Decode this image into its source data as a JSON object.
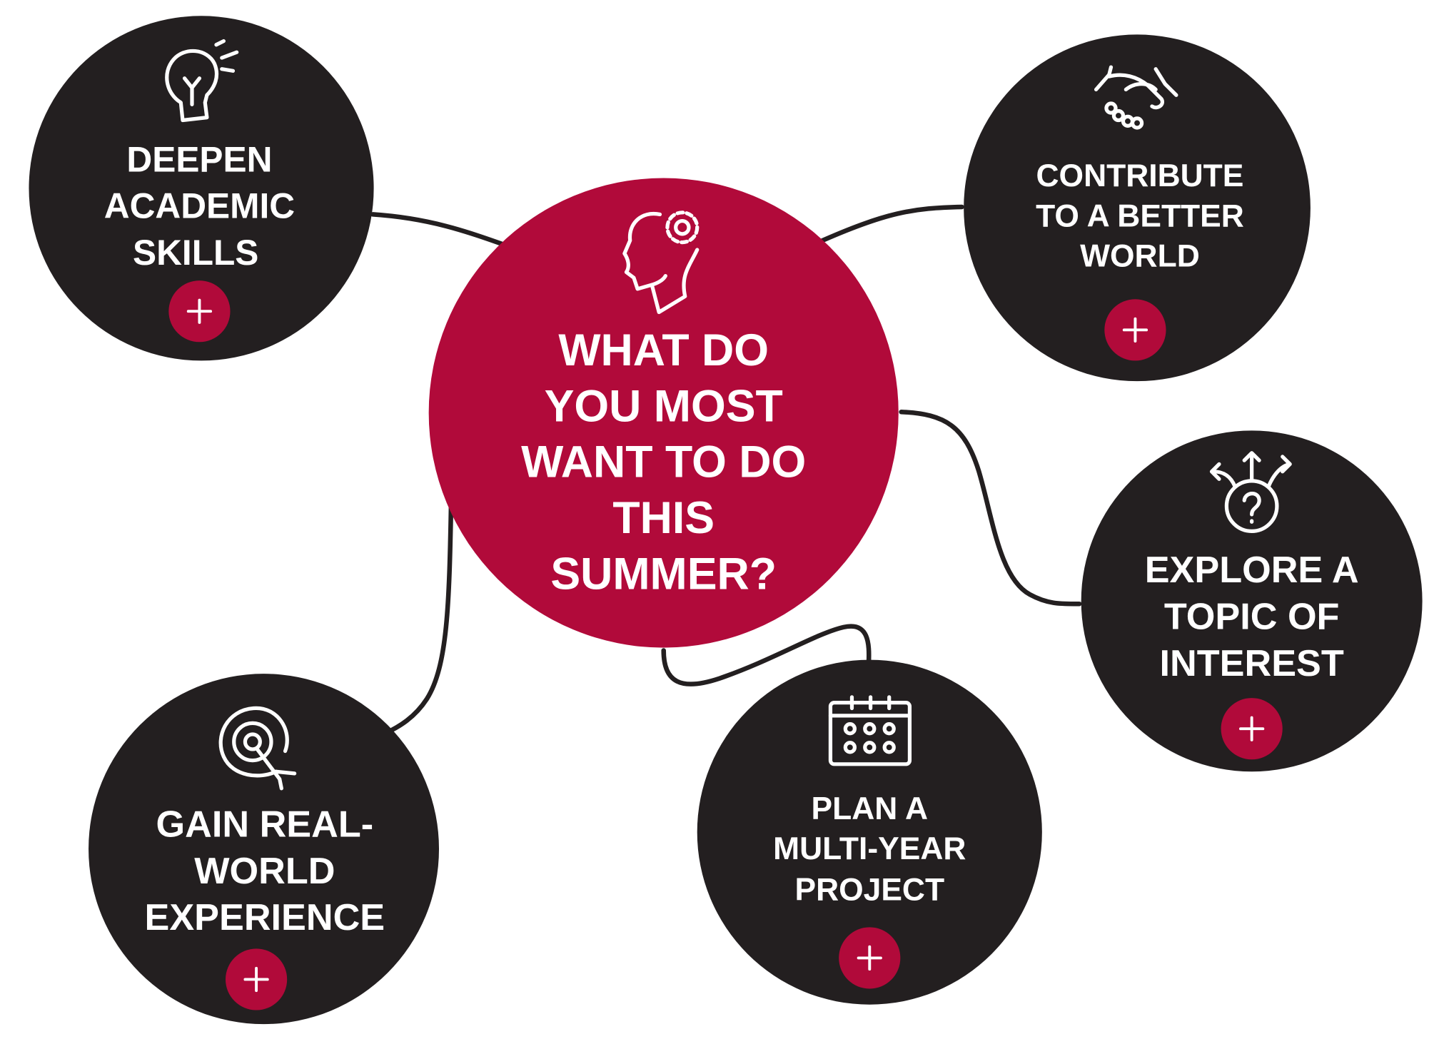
{
  "colors": {
    "accent": "#b10a3a",
    "node": "#231f20",
    "line": "#231f20"
  },
  "center": {
    "lines": [
      "WHAT DO",
      "YOU MOST",
      "WANT TO DO",
      "THIS",
      "SUMMER?"
    ],
    "icon": "head-gear-icon"
  },
  "nodes": [
    {
      "id": "deepen",
      "lines": [
        "DEEPEN",
        "ACADEMIC",
        "SKILLS"
      ],
      "icon": "lightbulb-icon",
      "button": "plus-icon"
    },
    {
      "id": "contribute",
      "lines": [
        "CONTRIBUTE",
        "TO A BETTER",
        "WORLD"
      ],
      "icon": "handshake-icon",
      "button": "plus-icon"
    },
    {
      "id": "explore",
      "lines": [
        "EXPLORE A",
        "TOPIC OF",
        "INTEREST"
      ],
      "icon": "question-arrows-icon",
      "button": "plus-icon"
    },
    {
      "id": "plan",
      "lines": [
        "PLAN A",
        "MULTI-YEAR",
        "PROJECT"
      ],
      "icon": "calendar-icon",
      "button": "plus-icon"
    },
    {
      "id": "gain",
      "lines": [
        "GAIN REAL-",
        "WORLD",
        "EXPERIENCE"
      ],
      "icon": "target-icon",
      "button": "plus-icon"
    }
  ]
}
